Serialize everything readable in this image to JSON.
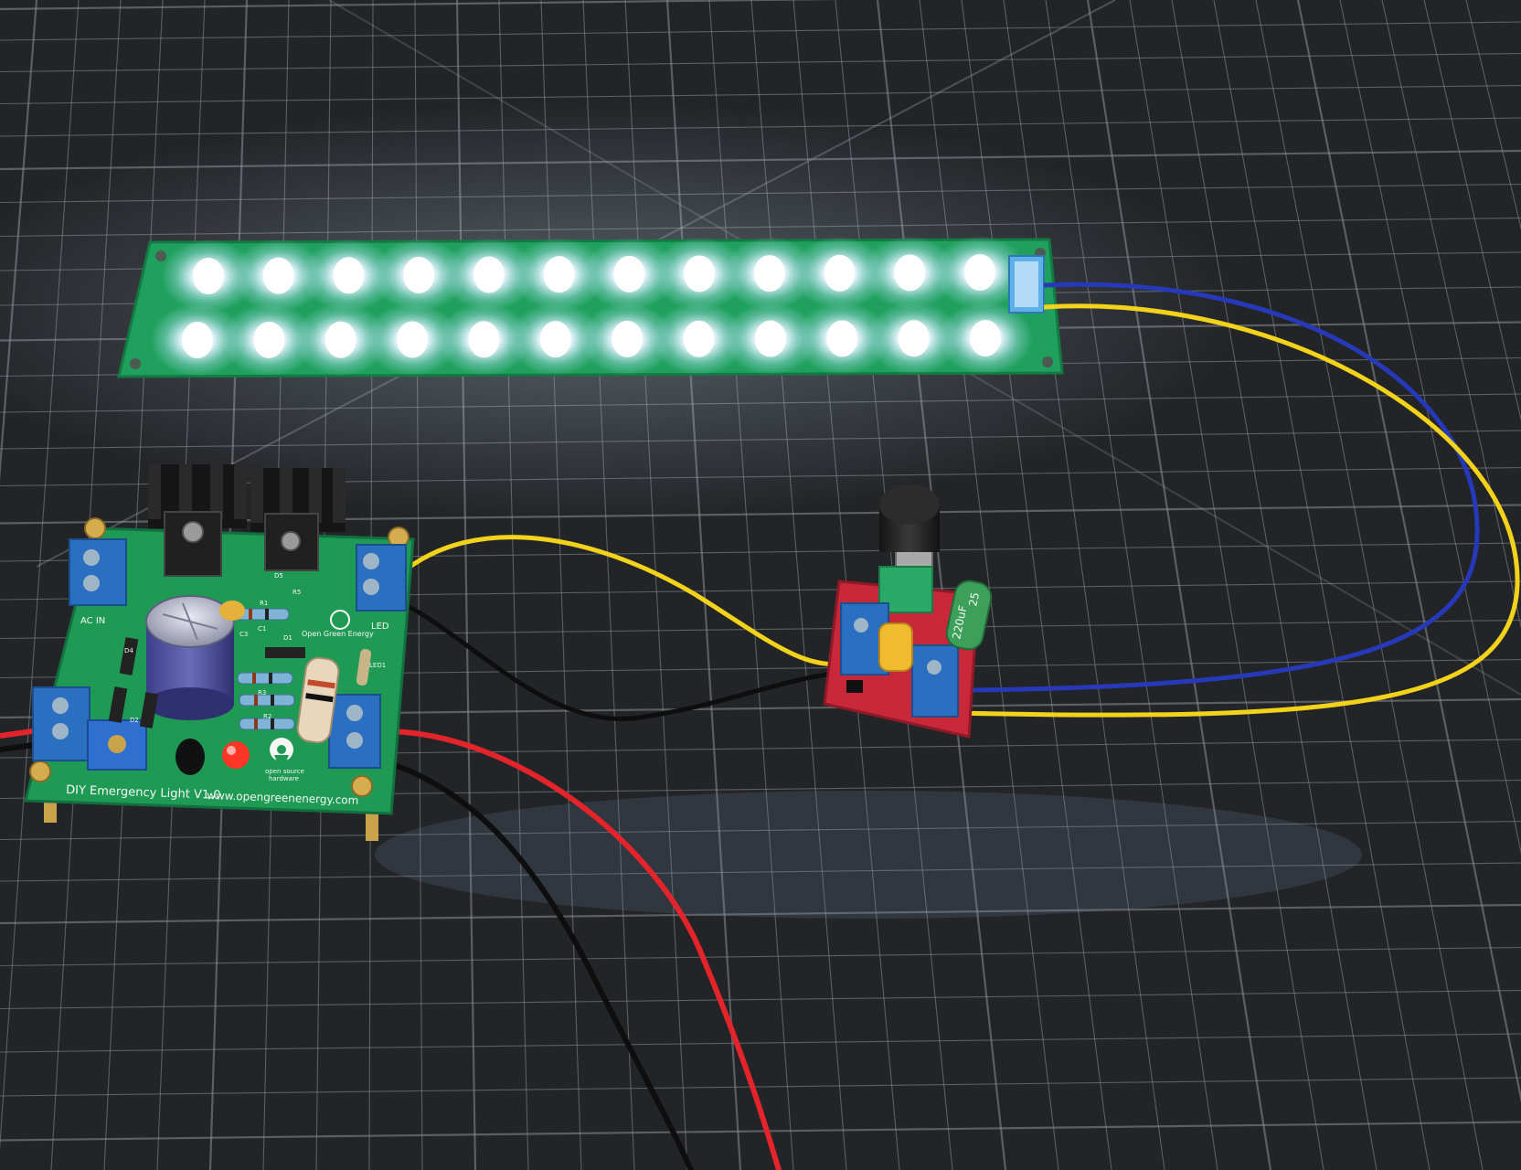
{
  "photo": {
    "subject": "DIY emergency light circuit board with LED strip and PWM dimmer",
    "colors": {
      "mat": "#232427",
      "grid_line": "#8c8f93",
      "pcb_green": "#1f9a55",
      "terminal_blue": "#2a6fc0",
      "dimmer_red": "#c8283a",
      "led_glow": "#eaf6ff",
      "wire_red": "#e3242b",
      "wire_black": "#111111",
      "wire_yellow": "#f2d21b",
      "wire_blue": "#2639b8"
    }
  },
  "board": {
    "title": "DIY Emergency Light V1.0",
    "url": "www.opengreenenergy.com",
    "brand": "Open Green Energy",
    "oshw_line1": "open source",
    "oshw_line2": "hardware",
    "ac_in_label": "AC IN",
    "led_label": "LED",
    "refs": [
      "C1",
      "C3",
      "D1",
      "D2",
      "D4",
      "D5",
      "R1",
      "R2",
      "R3",
      "R5",
      "LED1"
    ]
  },
  "dimmer": {
    "cap_label": "220uF",
    "cap_voltage": "25"
  },
  "led_strip": {
    "leds_per_row": 12,
    "rows": 2
  }
}
